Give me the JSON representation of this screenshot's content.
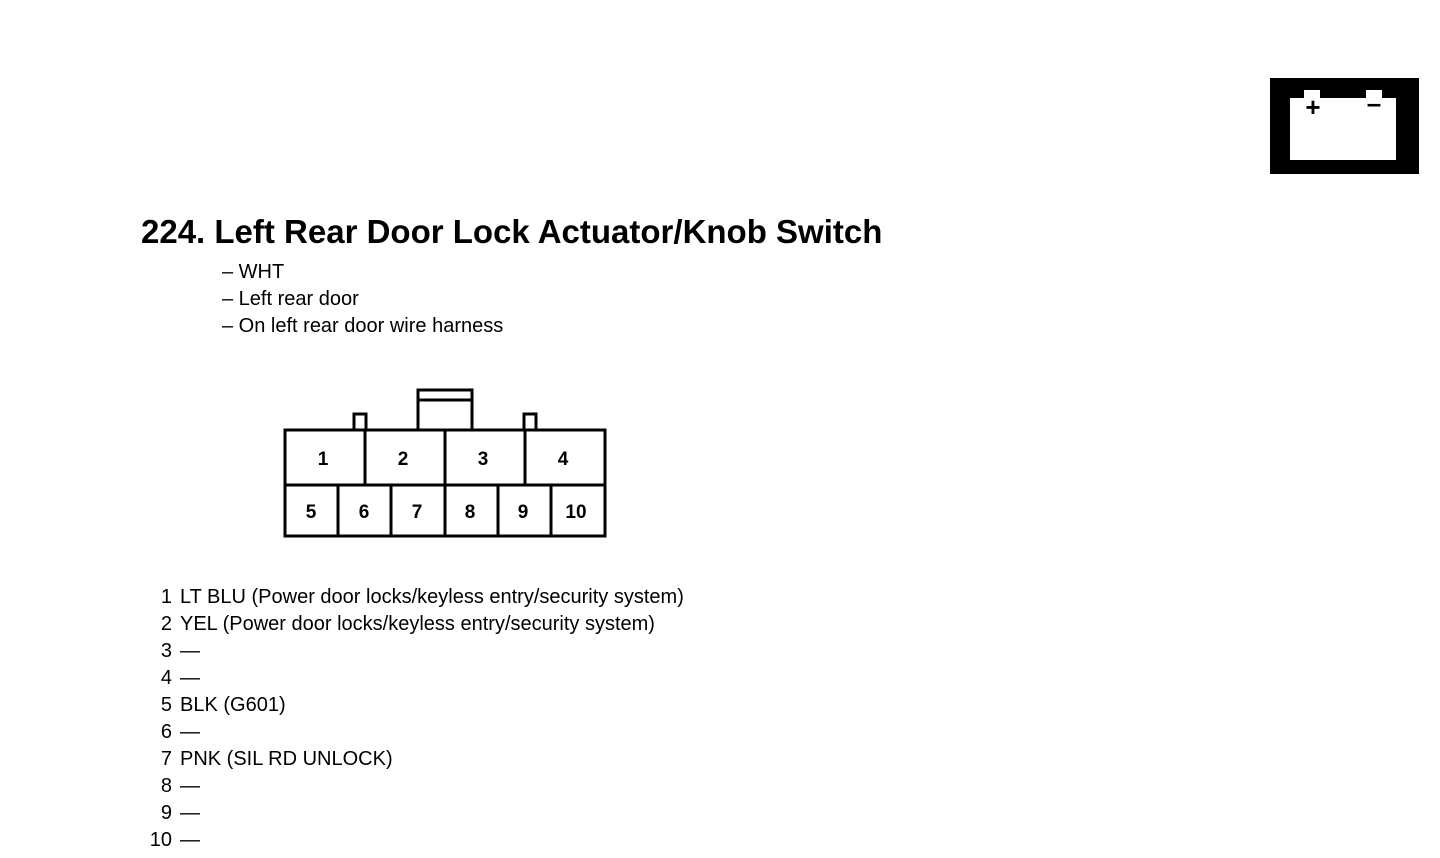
{
  "battery_icon": {
    "icon": "battery-icon",
    "plus": "+",
    "minus": "–"
  },
  "title": "224. Left Rear Door Lock Actuator/Knob Switch",
  "info": [
    "– WHT",
    "– Left rear door",
    "– On left rear door wire harness"
  ],
  "connector": {
    "top_row": [
      "1",
      "2",
      "3",
      "4"
    ],
    "bottom_row": [
      "5",
      "6",
      "7",
      "8",
      "9",
      "10"
    ]
  },
  "pins": [
    {
      "num": "1",
      "desc": "LT BLU (Power door locks/keyless entry/security system)"
    },
    {
      "num": "2",
      "desc": "YEL (Power door locks/keyless entry/security system)"
    },
    {
      "num": "3",
      "desc": "—"
    },
    {
      "num": "4",
      "desc": "—"
    },
    {
      "num": "5",
      "desc": "BLK (G601)"
    },
    {
      "num": "6",
      "desc": "—"
    },
    {
      "num": "7",
      "desc": "PNK (SIL RD UNLOCK)"
    },
    {
      "num": "8",
      "desc": "—"
    },
    {
      "num": "9",
      "desc": "—"
    },
    {
      "num": "10",
      "desc": "—"
    }
  ]
}
